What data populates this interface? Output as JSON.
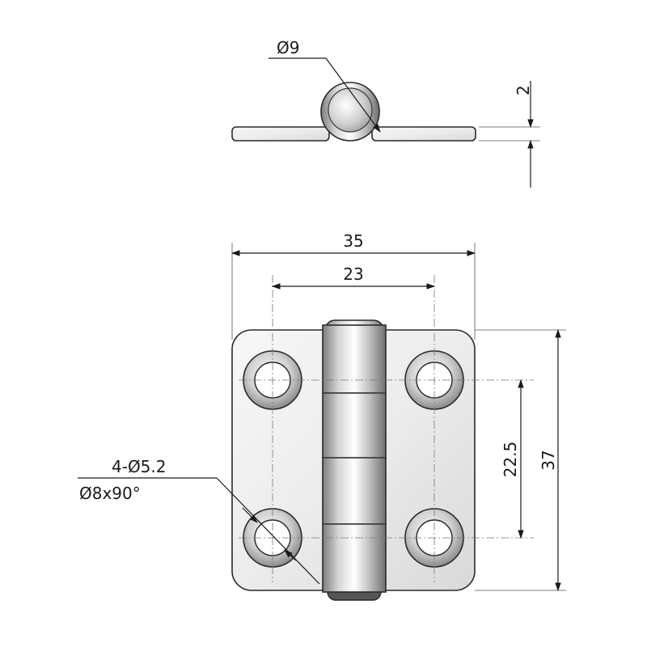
{
  "labels": {
    "pin_diameter": "Ø9",
    "leaf_thickness": "2",
    "overall_width": "35",
    "hole_spacing_x": "23",
    "hole_spacing_y": "22.5",
    "overall_height": "37",
    "hole_count_diameter": "4-Ø5.2",
    "countersink": "Ø8x90°"
  },
  "colors": {
    "line": "#1a1a1a",
    "metal_light": "#f4f4f4",
    "metal_mid": "#c8c8c8",
    "metal_dark": "#8a8a8a"
  }
}
